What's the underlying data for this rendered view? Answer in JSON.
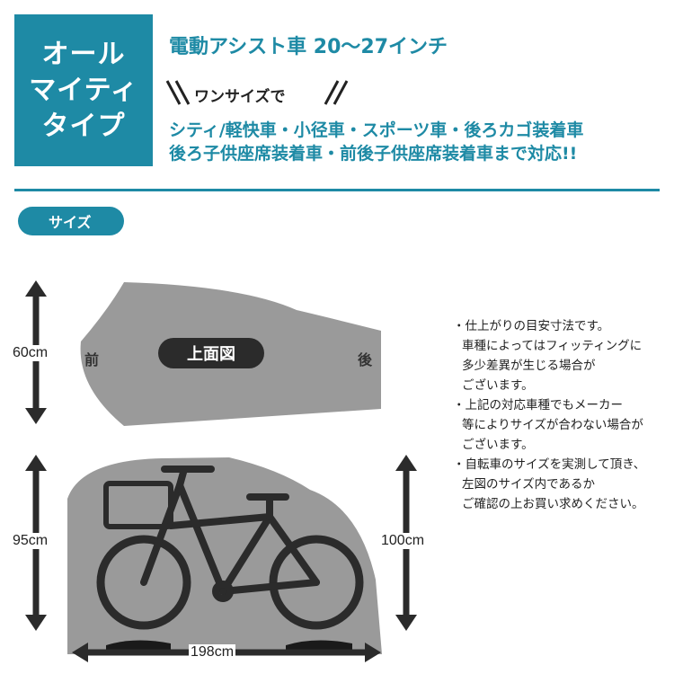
{
  "badge": {
    "lines": [
      "オール",
      "マイティ",
      "タイプ"
    ]
  },
  "headline": "電動アシスト車  20〜27インチ",
  "one_size": "ワンサイズで",
  "compatibility": {
    "line1": "シティ/軽快車・小径車・スポーツ車・後ろカゴ装着車",
    "line2": "後ろ子供座席装着車・前後子供座席装着車まで対応!!"
  },
  "size_label": "サイズ",
  "top_view": {
    "title": "上面図",
    "front": "前",
    "rear": "後",
    "height": "60cm"
  },
  "side_view": {
    "front_height": "95cm",
    "rear_height": "100cm",
    "length": "198cm"
  },
  "notes": [
    [
      "・仕上がりの目安寸法です。",
      "車種によってはフィッティングに",
      "多少差異が生じる場合が",
      "ございます。"
    ],
    [
      "・上記の対応車種でもメーカー",
      "等によりサイズが合わない場合が",
      "ございます。"
    ],
    [
      "・自転車のサイズを実測して頂き、",
      "左図のサイズ内であるか",
      "ご確認の上お買い求めください。"
    ]
  ],
  "colors": {
    "accent": "#1e8aa5",
    "cover": "#9a9a9a",
    "dark": "#2b2b2b"
  }
}
